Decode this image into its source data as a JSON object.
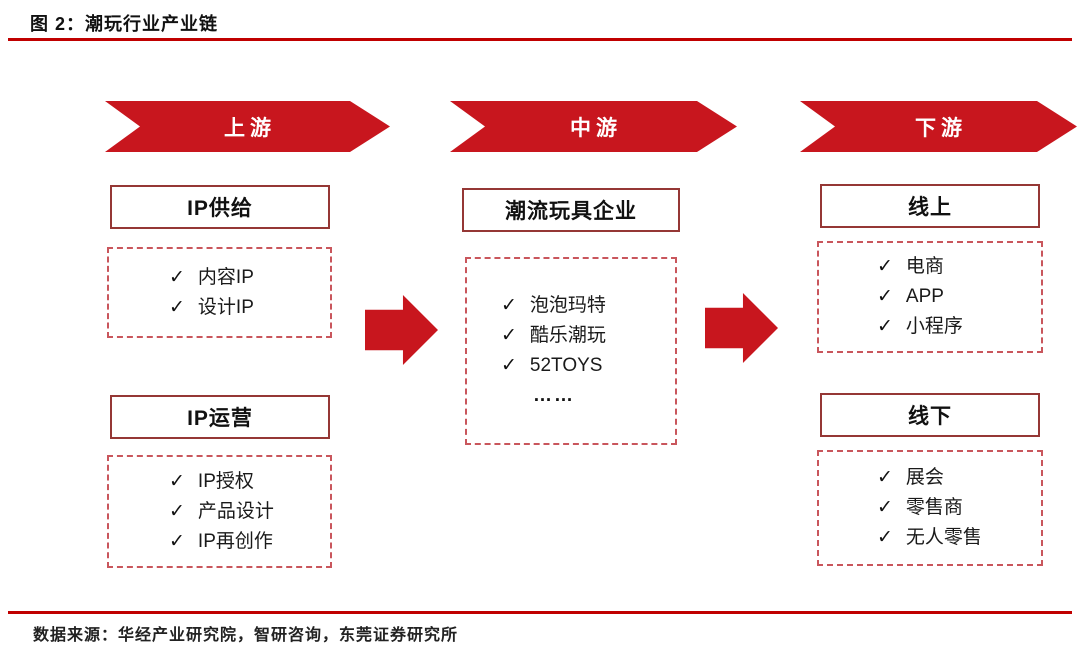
{
  "figure": {
    "title": "图 2：潮玩行业产业链",
    "source": "数据来源：华经产业研究院，智研咨询，东莞证券研究所"
  },
  "colors": {
    "banner_red": "#C8161E",
    "rule_red": "#C00000",
    "header_box_border": "#953735",
    "dashed_box_border": "#C9565C"
  },
  "checkmark": "✓",
  "columns": [
    {
      "banner": "上游",
      "groups": [
        {
          "header": "IP供给",
          "items": [
            "内容IP",
            "设计IP"
          ]
        },
        {
          "header": "IP运营",
          "items": [
            "IP授权",
            "产品设计",
            "IP再创作"
          ]
        }
      ]
    },
    {
      "banner": "中游",
      "groups": [
        {
          "header": "潮流玩具企业",
          "items": [
            "泡泡玛特",
            "酷乐潮玩",
            "52TOYS"
          ],
          "ellipsis": "……"
        }
      ]
    },
    {
      "banner": "下游",
      "groups": [
        {
          "header": "线上",
          "items": [
            "电商",
            "APP",
            "小程序"
          ]
        },
        {
          "header": "线下",
          "items": [
            "展会",
            "零售商",
            "无人零售"
          ]
        }
      ]
    }
  ]
}
